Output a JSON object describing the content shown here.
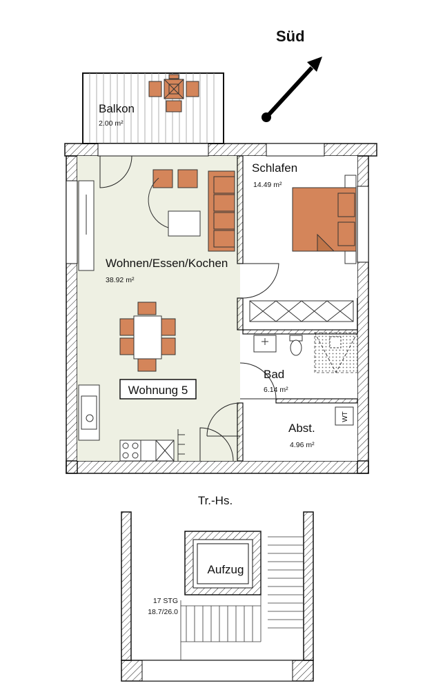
{
  "compass": {
    "label": "Süd"
  },
  "apartment": {
    "name": "Wohnung 5"
  },
  "rooms": [
    {
      "id": "balkon",
      "name": "Balkon",
      "area": "2.00 m²"
    },
    {
      "id": "wohnen",
      "name": "Wohnen/Essen/Kochen",
      "area": "38.92 m²"
    },
    {
      "id": "schlafen",
      "name": "Schlafen",
      "area": "14.49 m²"
    },
    {
      "id": "bad",
      "name": "Bad",
      "area": "6.14 m²"
    },
    {
      "id": "abst",
      "name": "Abst.",
      "area": "4.96 m²"
    }
  ],
  "appliances": {
    "washer": "WT"
  },
  "stairwell": {
    "label": "Tr.-Hs.",
    "elevator": "Aufzug",
    "stairs_count": "17 STG",
    "stairs_ratio": "18.7/26.0"
  },
  "colors": {
    "floor": "#eef0e3",
    "furniture": "#d4855a",
    "wall_outline": "#1a1a1a"
  }
}
